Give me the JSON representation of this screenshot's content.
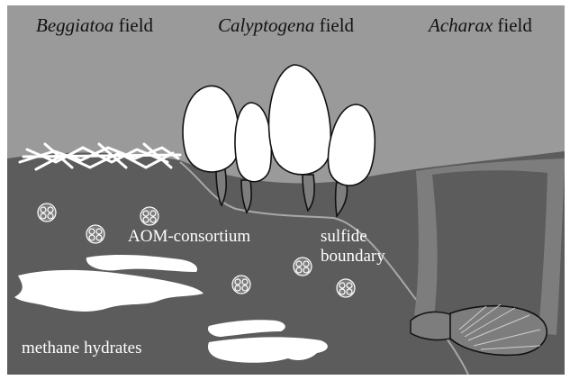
{
  "fields": [
    {
      "genus": "Beggiatoa",
      "suffix": " field"
    },
    {
      "genus": "Calyptogena",
      "suffix": " field"
    },
    {
      "genus": "Acharax",
      "suffix": " field"
    }
  ],
  "labels": {
    "aom_consortium": "AOM-consortium",
    "sulfide_boundary_line1": "sulfide",
    "sulfide_boundary_line2": "boundary",
    "methane_hydrates": "methane hydrates"
  },
  "colors": {
    "background": "#9a9a9a",
    "sediment": "#5c5c5c",
    "clam_tube": "#7d7d7d",
    "white": "#ffffff",
    "outline": "#111111"
  }
}
